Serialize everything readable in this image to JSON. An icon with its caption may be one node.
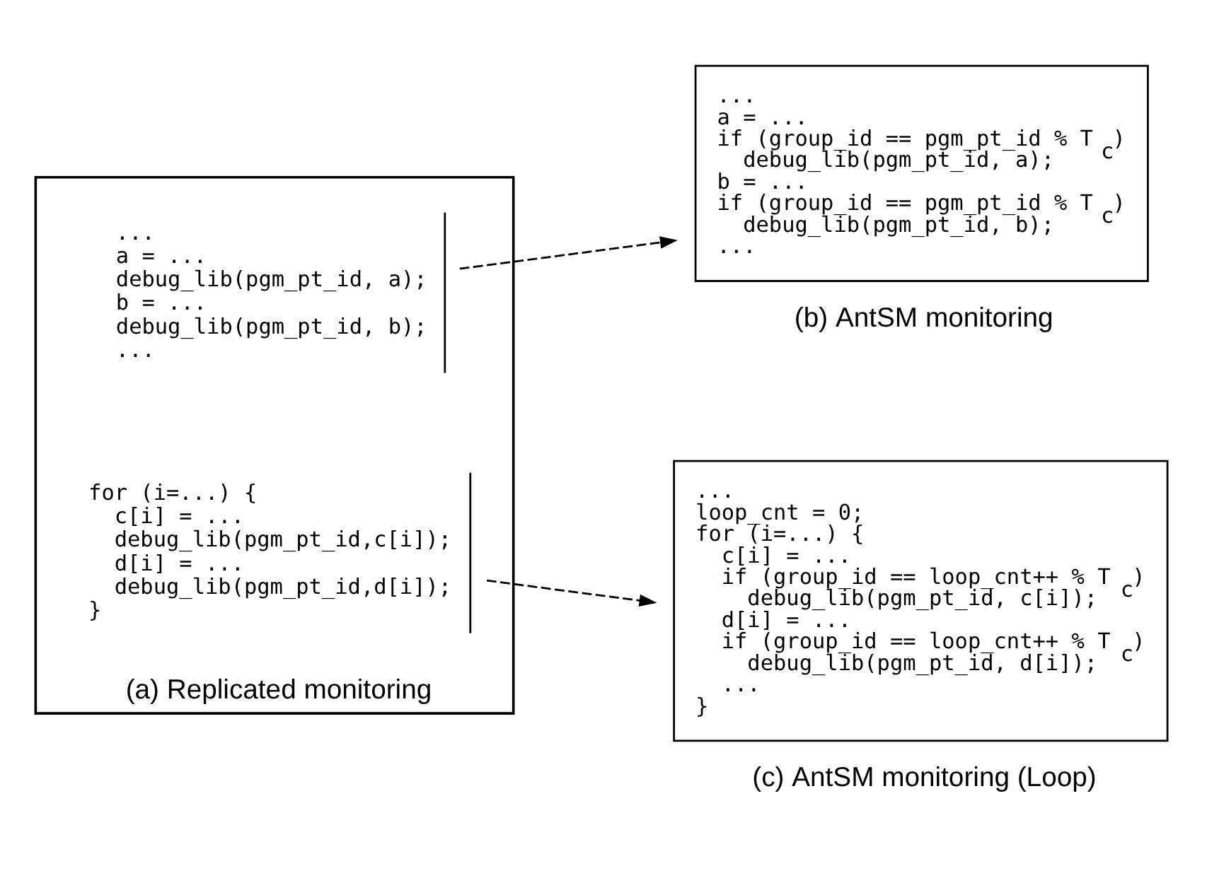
{
  "diagram": {
    "nodes": [
      {
        "text": [],
        "shape": "box",
        "beside": [
          "(a) Replicated monitoring"
        ]
      },
      {
        "text": [
          "...",
          "a = ...",
          "debug_lib(pgm_pt_id, a);",
          "b = ...",
          "debug_lib(pgm_pt_id, b);",
          "..."
        ],
        "in": 0
      },
      {
        "text": [
          "for (i=...) {",
          "  c[i] = ...",
          "  debug_lib(pgm_pt_id,c[i]);",
          "  d[i] = ...",
          "  debug_lib(pgm_pt_id,d[i]);",
          "}"
        ],
        "in": 0
      },
      {
        "text": [
          "...",
          "a = ...",
          "if (group_id == pgm_pt_id % T$_{c}$)",
          "  debug_lib(pgm_pt_id, a);",
          "b = ...",
          "if (group_id == pgm_pt_id % T$_{c}$)",
          "  debug_lib(pgm_pt_id, b);",
          "..."
        ],
        "beside": [
          "(b) AntSM monitoring"
        ]
      },
      {
        "text": [
          "...",
          "loop_cnt = 0;",
          "for (i=...) {",
          "  c[i] = ...",
          "  if (group_id == loop_cnt++ % T$_{c}$)",
          "    debug_lib(pgm_pt_id, c[i]);",
          "  d[i] = ...",
          "  if (group_id == loop_cnt++ % T$_{c}$)",
          "    debug_lib(pgm_pt_id, d[i]);",
          "  ...",
          "}"
        ],
        "beside": [
          "(c) AntSM monitoring (Loop)"
        ]
      }
    ],
    "edges": [
      {
        "from": 1,
        "to": 3,
        "arrow": "to",
        "style": "dashed"
      },
      {
        "from": 2,
        "to": 4,
        "arrow": "to",
        "style": "dashed"
      }
    ]
  }
}
